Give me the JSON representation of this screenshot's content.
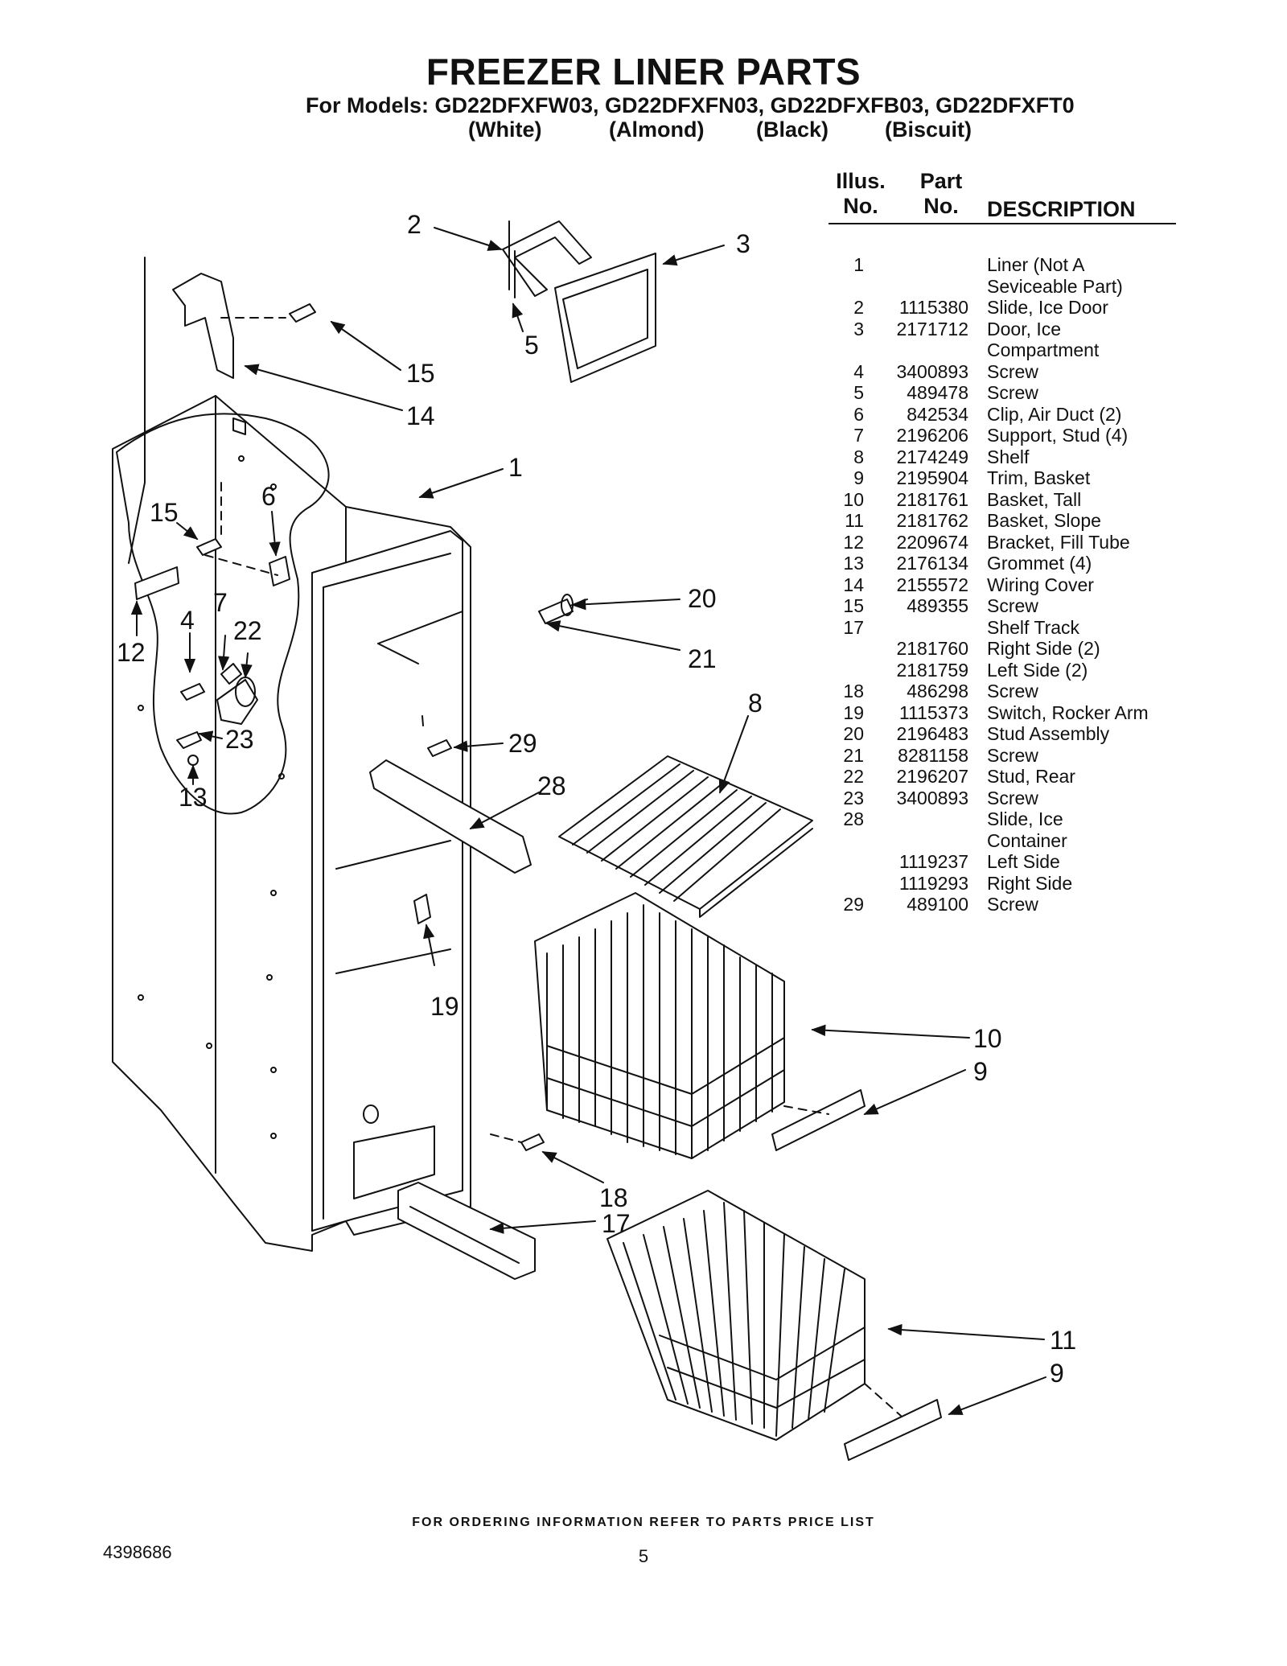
{
  "title": "FREEZER LINER PARTS",
  "models_line": "For Models: GD22DFXFW03, GD22DFXFN03, GD22DFXFB03, GD22DFXFT0",
  "colors": [
    "(White)",
    "(Almond)",
    "(Black)",
    "(Biscuit)"
  ],
  "table_header": {
    "illus_line1": "Illus.",
    "illus_line2": "No.",
    "part_line1": "Part",
    "part_line2": "No.",
    "description": "DESCRIPTION"
  },
  "parts": [
    {
      "illus": "1",
      "part": "",
      "desc": "Liner (Not A"
    },
    {
      "illus": "",
      "part": "",
      "desc": "Seviceable Part)"
    },
    {
      "illus": "2",
      "part": "1115380",
      "desc": "Slide, Ice Door"
    },
    {
      "illus": "3",
      "part": "2171712",
      "desc": "Door, Ice"
    },
    {
      "illus": "",
      "part": "",
      "desc": "Compartment"
    },
    {
      "illus": "4",
      "part": "3400893",
      "desc": "Screw"
    },
    {
      "illus": "5",
      "part": "489478",
      "desc": "Screw"
    },
    {
      "illus": "6",
      "part": "842534",
      "desc": "Clip, Air Duct (2)"
    },
    {
      "illus": "7",
      "part": "2196206",
      "desc": "Support, Stud (4)"
    },
    {
      "illus": "8",
      "part": "2174249",
      "desc": "Shelf"
    },
    {
      "illus": "9",
      "part": "2195904",
      "desc": "Trim, Basket"
    },
    {
      "illus": "10",
      "part": "2181761",
      "desc": "Basket, Tall"
    },
    {
      "illus": "11",
      "part": "2181762",
      "desc": "Basket, Slope"
    },
    {
      "illus": "12",
      "part": "2209674",
      "desc": "Bracket, Fill Tube"
    },
    {
      "illus": "13",
      "part": "2176134",
      "desc": "Grommet (4)"
    },
    {
      "illus": "14",
      "part": "2155572",
      "desc": "Wiring Cover"
    },
    {
      "illus": "15",
      "part": "489355",
      "desc": "Screw"
    },
    {
      "illus": "17",
      "part": "",
      "desc": "Shelf Track"
    },
    {
      "illus": "",
      "part": "2181760",
      "desc": "Right Side (2)"
    },
    {
      "illus": "",
      "part": "2181759",
      "desc": "Left Side (2)"
    },
    {
      "illus": "18",
      "part": "486298",
      "desc": "Screw"
    },
    {
      "illus": "19",
      "part": "1115373",
      "desc": "Switch, Rocker Arm"
    },
    {
      "illus": "20",
      "part": "2196483",
      "desc": "Stud Assembly"
    },
    {
      "illus": "21",
      "part": "8281158",
      "desc": "Screw"
    },
    {
      "illus": "22",
      "part": "2196207",
      "desc": "Stud, Rear"
    },
    {
      "illus": "23",
      "part": "3400893",
      "desc": "Screw"
    },
    {
      "illus": "28",
      "part": "",
      "desc": "Slide, Ice"
    },
    {
      "illus": "",
      "part": "",
      "desc": "Container"
    },
    {
      "illus": "",
      "part": "1119237",
      "desc": "Left Side"
    },
    {
      "illus": "",
      "part": "1119293",
      "desc": "Right Side"
    },
    {
      "illus": "29",
      "part": "489100",
      "desc": "Screw"
    }
  ],
  "callouts": {
    "c1": "1",
    "c2": "2",
    "c3": "3",
    "c4": "4",
    "c5": "5",
    "c6": "6",
    "c7": "7",
    "c8": "8",
    "c9a": "9",
    "c9b": "9",
    "c10": "10",
    "c11": "11",
    "c12": "12",
    "c13": "13",
    "c14": "14",
    "c15a": "15",
    "c15b": "15",
    "c17": "17",
    "c18": "18",
    "c19": "19",
    "c20": "20",
    "c21": "21",
    "c22": "22",
    "c23": "23",
    "c28": "28",
    "c29": "29"
  },
  "footer": "FOR ORDERING INFORMATION REFER TO PARTS PRICE LIST",
  "doc_number": "4398686",
  "page_number": "5"
}
